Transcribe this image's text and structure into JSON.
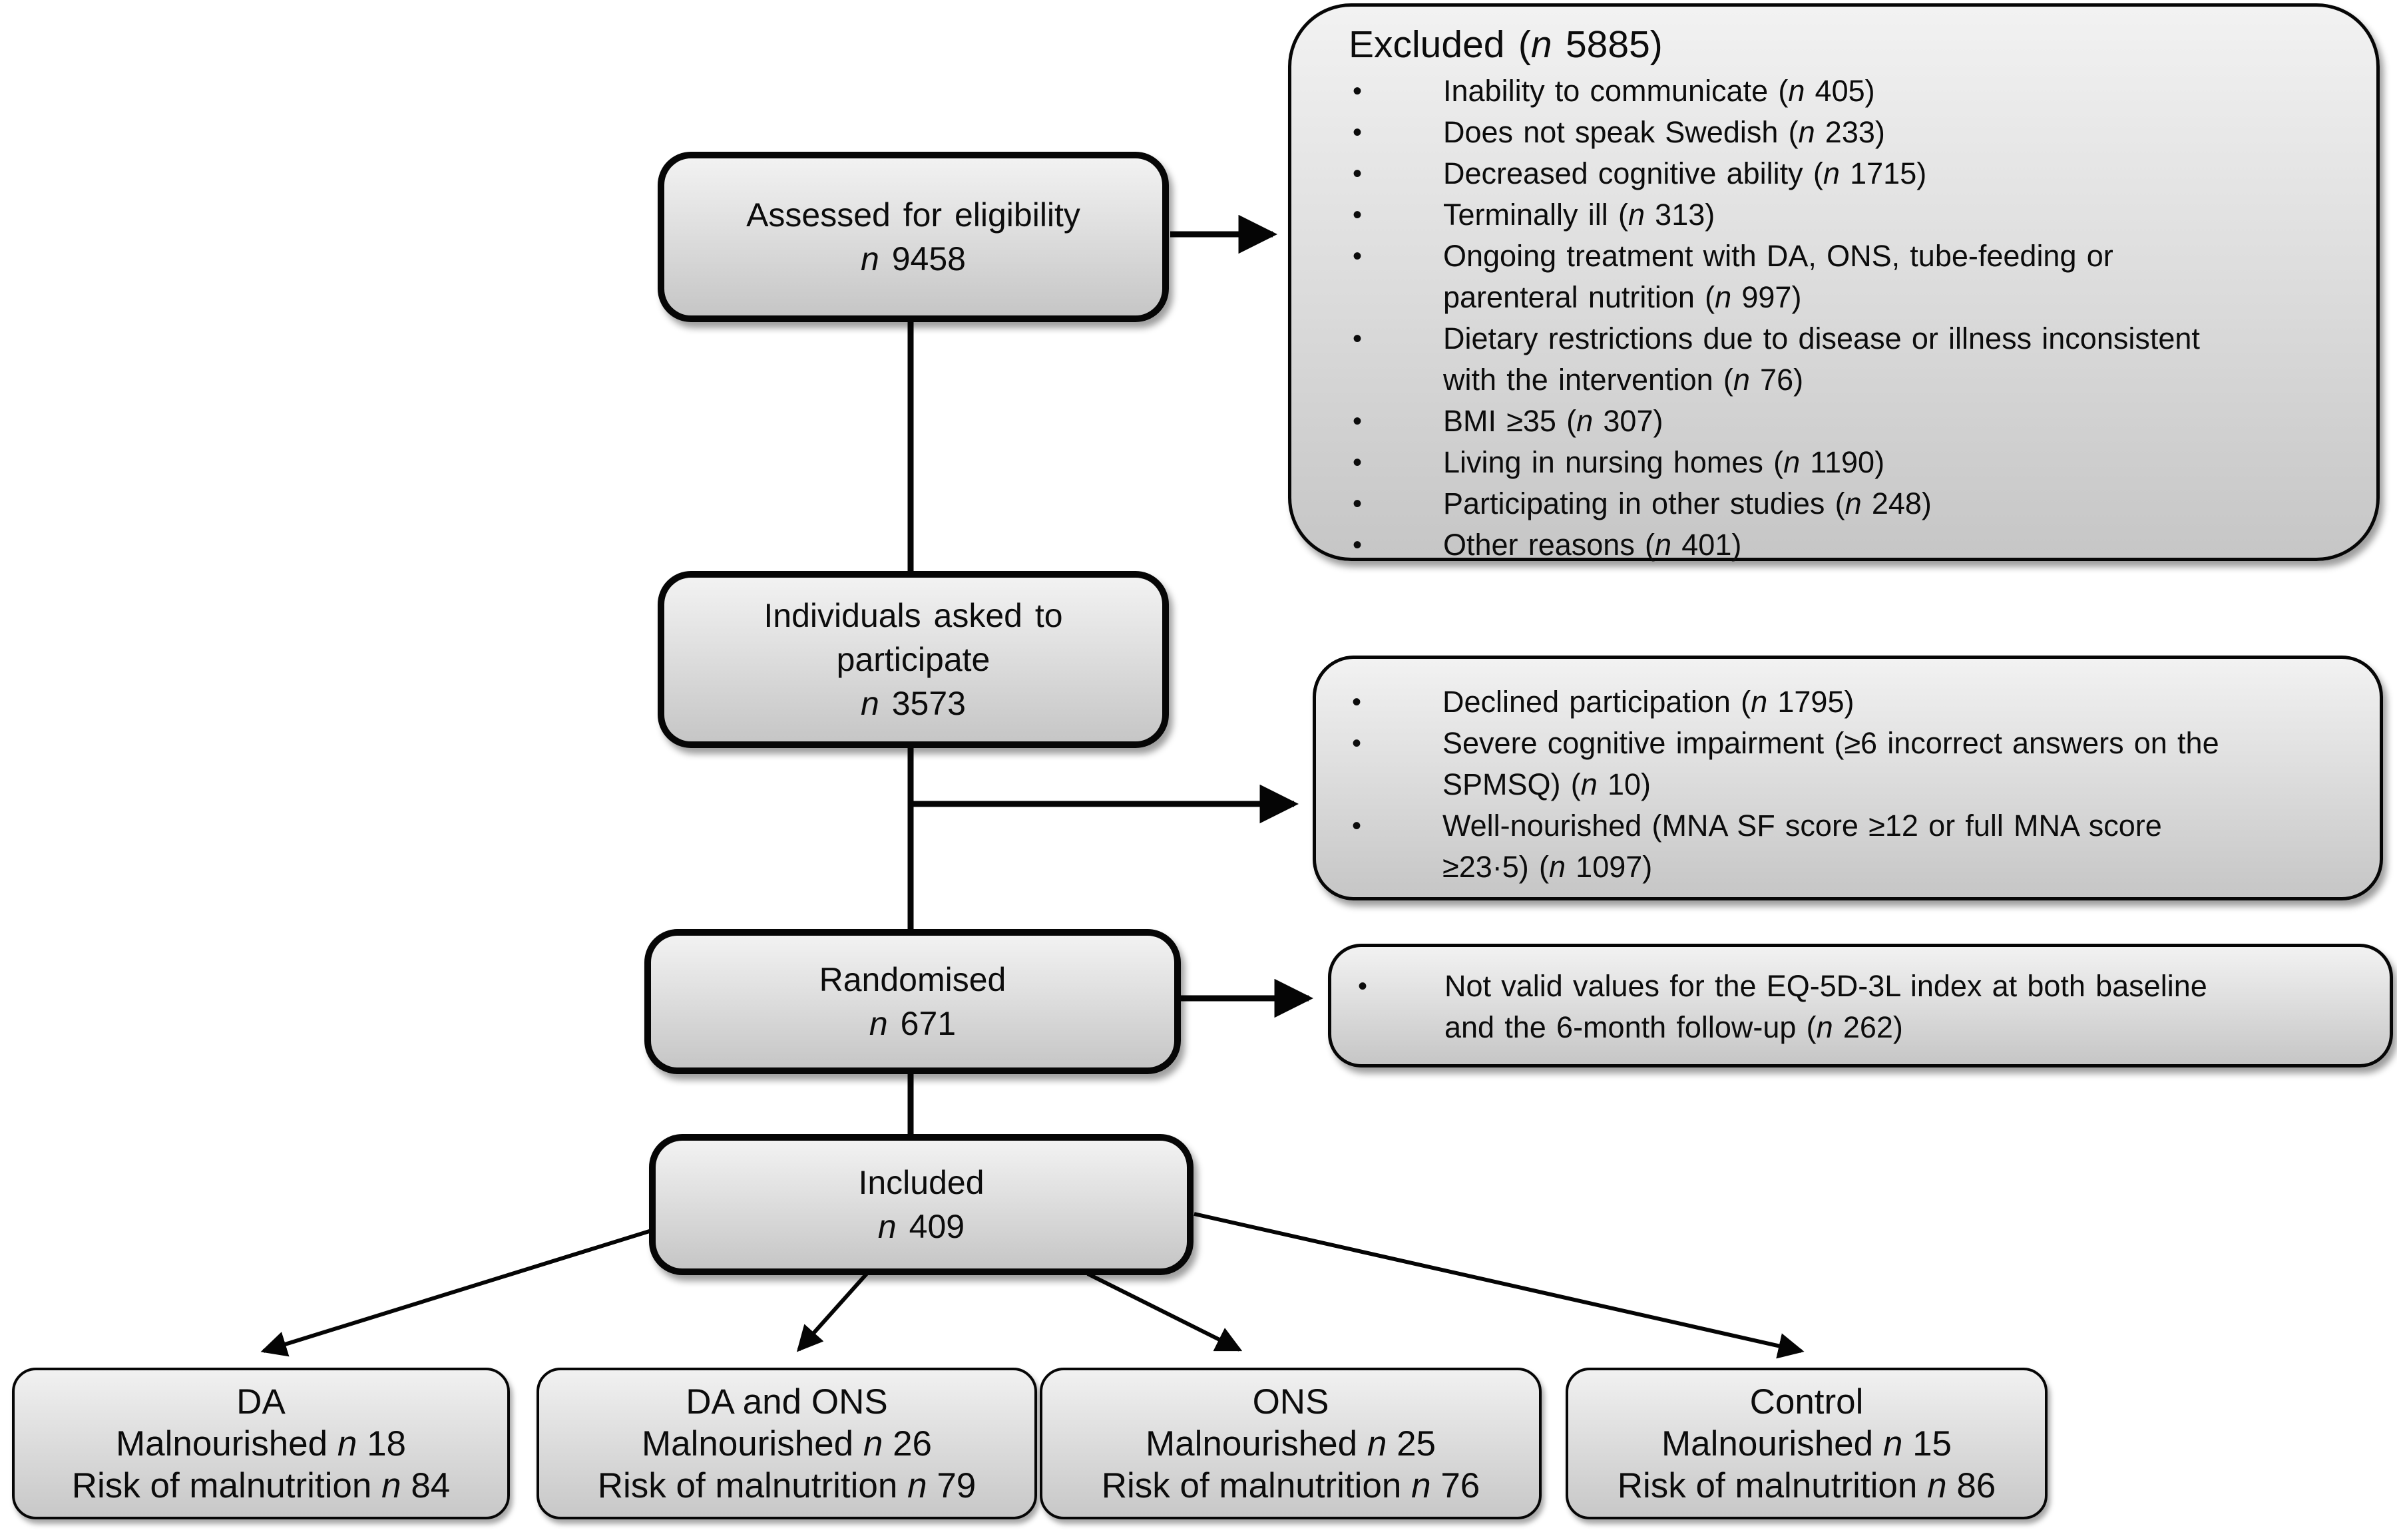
{
  "ui": {
    "bullet": "•"
  },
  "assessed": {
    "label": "Assessed for eligibility",
    "n": "n",
    "count": "9458"
  },
  "excluded": {
    "header": {
      "pre": "Excluded (",
      "n": "n",
      "post": " 5885)"
    },
    "items": [
      {
        "lines": [
          {
            "pre": "Inability to communicate (",
            "n": "n",
            "post": " 405)"
          }
        ]
      },
      {
        "lines": [
          {
            "pre": "Does not speak Swedish (",
            "n": "n",
            "post": " 233)"
          }
        ]
      },
      {
        "lines": [
          {
            "pre": "Decreased cognitive ability (",
            "n": "n",
            "post": " 1715)"
          }
        ]
      },
      {
        "lines": [
          {
            "pre": "Terminally ill (",
            "n": "n",
            "post": " 313)"
          }
        ]
      },
      {
        "lines": [
          {
            "text": "Ongoing treatment with DA, ONS, tube-feeding or"
          },
          {
            "pre": "parenteral nutrition (",
            "n": "n",
            "post": " 997)"
          }
        ]
      },
      {
        "lines": [
          {
            "text": "Dietary restrictions due to disease or illness inconsistent"
          },
          {
            "pre": "with the intervention (",
            "n": "n",
            "post": " 76)"
          }
        ]
      },
      {
        "lines": [
          {
            "pre": "BMI ≥35 (",
            "n": "n",
            "post": " 307)"
          }
        ]
      },
      {
        "lines": [
          {
            "pre": "Living in nursing homes (",
            "n": "n",
            "post": " 1190)"
          }
        ]
      },
      {
        "lines": [
          {
            "pre": "Participating in other studies (",
            "n": "n",
            "post": " 248)"
          }
        ]
      },
      {
        "lines": [
          {
            "pre": "Other reasons (",
            "n": "n",
            "post": " 401)"
          }
        ]
      }
    ]
  },
  "asked": {
    "line1": "Individuals asked to",
    "line2": "participate",
    "n": "n",
    "count": "3573"
  },
  "declined": {
    "items": [
      {
        "lines": [
          {
            "pre": "Declined participation (",
            "n": "n",
            "post": " 1795)"
          }
        ]
      },
      {
        "lines": [
          {
            "text": "Severe cognitive impairment (≥6 incorrect answers on the"
          },
          {
            "pre": "SPMSQ) (",
            "n": "n",
            "post": " 10)"
          }
        ]
      },
      {
        "lines": [
          {
            "text": "Well-nourished (MNA SF score ≥12 or full MNA score"
          },
          {
            "pre": "≥23·5) (",
            "n": "n",
            "post": " 1097)"
          }
        ]
      }
    ]
  },
  "randomised": {
    "label": "Randomised",
    "n": "n",
    "count": "671"
  },
  "eq5d": {
    "items": [
      {
        "lines": [
          {
            "text": "Not valid values for the EQ-5D-3L index at both baseline"
          },
          {
            "pre": "and the 6-month follow-up (",
            "n": "n",
            "post": " 262)"
          }
        ]
      }
    ]
  },
  "included": {
    "label": "Included",
    "n": "n",
    "count": "409"
  },
  "groups": [
    {
      "title": "DA",
      "mal": {
        "pre": "Malnourished ",
        "n": "n",
        "num": " 18"
      },
      "risk": {
        "pre": "Risk of malnutrition ",
        "n": "n",
        "num": " 84"
      }
    },
    {
      "title": "DA and ONS",
      "mal": {
        "pre": "Malnourished ",
        "n": "n",
        "num": " 26"
      },
      "risk": {
        "pre": "Risk of malnutrition ",
        "n": "n",
        "num": " 79"
      }
    },
    {
      "title": "ONS",
      "mal": {
        "pre": "Malnourished ",
        "n": "n",
        "num": " 25"
      },
      "risk": {
        "pre": "Risk of malnutrition ",
        "n": "n",
        "num": " 76"
      }
    },
    {
      "title": "Control",
      "mal": {
        "pre": "Malnourished ",
        "n": "n",
        "num": " 15"
      },
      "risk": {
        "pre": "Risk of malnutrition ",
        "n": "n",
        "num": " 86"
      }
    }
  ],
  "colors": {
    "box_border": "#060606",
    "box_fill_top": "#f2f2f2",
    "box_fill_bottom": "#c6c6c6",
    "line": "#050505"
  }
}
